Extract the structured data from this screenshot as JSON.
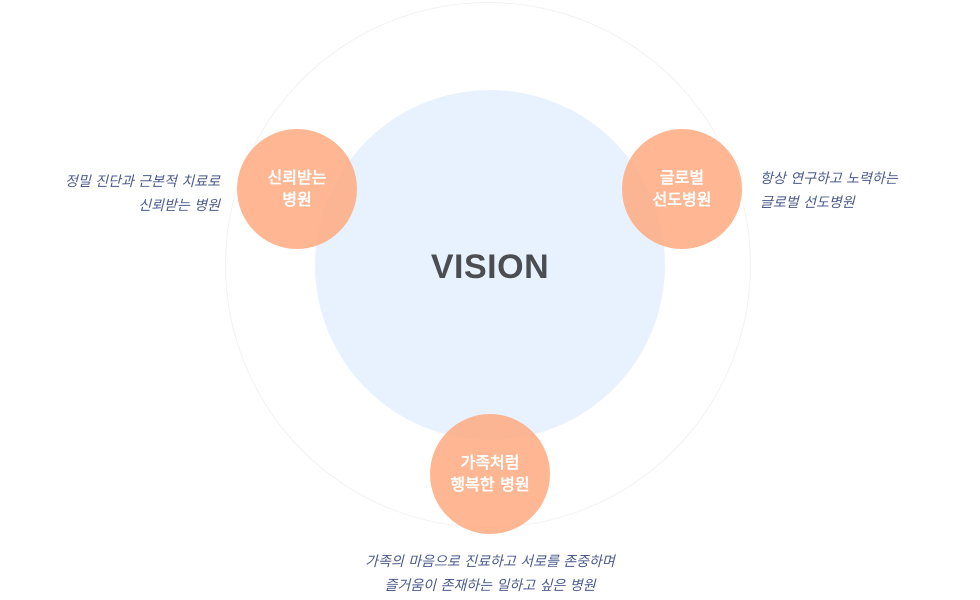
{
  "center": {
    "title": "VISION"
  },
  "nodes": {
    "trust": {
      "line1": "신뢰받는",
      "line2": "병원",
      "desc1": "정밀 진단과 근본적 치료로",
      "desc2": "신뢰받는 병원"
    },
    "global": {
      "line1": "글로벌",
      "line2": "선도병원",
      "desc1": "항상 연구하고 노력하는",
      "desc2": "글로벌 선도병원"
    },
    "family": {
      "line1": "가족처럼",
      "line2": "행복한 병원",
      "desc1": "가족의 마음으로 진료하고 서로를 존중하며",
      "desc2": "즐거움이 존재하는 일하고 싶은 병원"
    }
  },
  "colors": {
    "node": "#ffa578",
    "inner_circle": "#e8f2fe",
    "title": "#4a4d52",
    "caption": "#4a5a8c"
  }
}
